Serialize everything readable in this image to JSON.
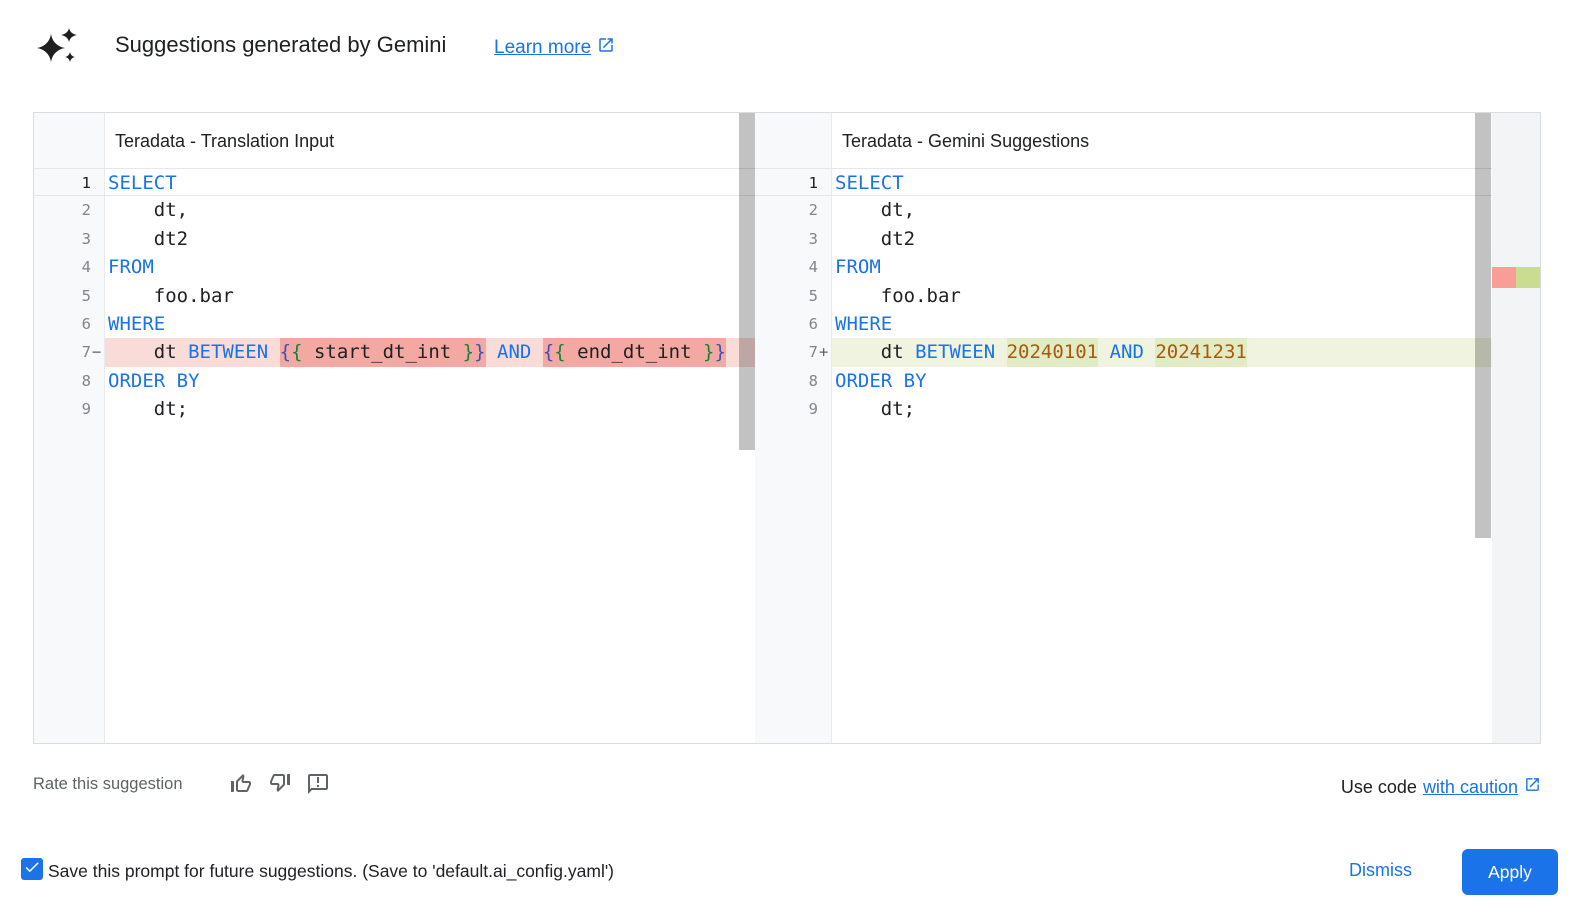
{
  "header": {
    "title": "Suggestions generated by Gemini",
    "learn_more_label": "Learn more"
  },
  "panels": [
    {
      "title": "Teradata - Translation Input",
      "diff_type": "deletion",
      "lines": [
        {
          "num": "1",
          "active": true,
          "tokens": [
            [
              "SELECT",
              "kw"
            ]
          ]
        },
        {
          "num": "2",
          "tokens": [
            [
              "    dt,",
              "tx"
            ]
          ]
        },
        {
          "num": "3",
          "tokens": [
            [
              "    dt2",
              "tx"
            ]
          ]
        },
        {
          "num": "4",
          "tokens": [
            [
              "FROM",
              "kw"
            ]
          ]
        },
        {
          "num": "5",
          "tokens": [
            [
              "    foo.bar",
              "tx"
            ]
          ]
        },
        {
          "num": "6",
          "tokens": [
            [
              "WHERE",
              "kw"
            ]
          ]
        },
        {
          "num": "7",
          "suffix": "−",
          "diff": "del",
          "tokens": [
            [
              "    dt ",
              "tx"
            ],
            [
              "BETWEEN",
              "kw"
            ],
            [
              " ",
              "tx"
            ],
            {
              "seg": [
                [
                  "{",
                  "bo"
                ],
                [
                  "{",
                  "bi"
                ],
                [
                  " start_dt_int ",
                  "tx"
                ],
                [
                  "}",
                  "bi"
                ],
                [
                  "}",
                  "bo"
                ]
              ]
            },
            [
              " ",
              "tx"
            ],
            [
              "AND",
              "kw"
            ],
            [
              " ",
              "tx"
            ],
            {
              "seg": [
                [
                  "{",
                  "bo"
                ],
                [
                  "{",
                  "bi"
                ],
                [
                  " end_dt_int ",
                  "tx"
                ],
                [
                  "}",
                  "bi"
                ],
                [
                  "}",
                  "bo"
                ]
              ]
            }
          ]
        },
        {
          "num": "8",
          "tokens": [
            [
              "ORDER BY",
              "kw"
            ]
          ]
        },
        {
          "num": "9",
          "tokens": [
            [
              "    dt;",
              "tx"
            ]
          ]
        }
      ]
    },
    {
      "title": "Teradata - Gemini Suggestions",
      "diff_type": "addition",
      "lines": [
        {
          "num": "1",
          "active": true,
          "tokens": [
            [
              "SELECT",
              "kw"
            ]
          ]
        },
        {
          "num": "2",
          "tokens": [
            [
              "    dt,",
              "tx"
            ]
          ]
        },
        {
          "num": "3",
          "tokens": [
            [
              "    dt2",
              "tx"
            ]
          ]
        },
        {
          "num": "4",
          "tokens": [
            [
              "FROM",
              "kw"
            ]
          ]
        },
        {
          "num": "5",
          "tokens": [
            [
              "    foo.bar",
              "tx"
            ]
          ]
        },
        {
          "num": "6",
          "tokens": [
            [
              "WHERE",
              "kw"
            ]
          ]
        },
        {
          "num": "7",
          "suffix": "+",
          "diff": "add",
          "tokens": [
            [
              "    dt ",
              "tx"
            ],
            [
              "BETWEEN",
              "kw"
            ],
            [
              " ",
              "tx"
            ],
            {
              "seg": [
                [
                  "20240101",
                  "num"
                ]
              ]
            },
            [
              " ",
              "tx"
            ],
            [
              "AND",
              "kw"
            ],
            [
              " ",
              "tx"
            ],
            {
              "seg": [
                [
                  "20241231",
                  "num"
                ]
              ]
            }
          ]
        },
        {
          "num": "8",
          "tokens": [
            [
              "ORDER BY",
              "kw"
            ]
          ]
        },
        {
          "num": "9",
          "tokens": [
            [
              "    dt;",
              "tx"
            ]
          ]
        }
      ]
    }
  ],
  "rate": {
    "label": "Rate this suggestion"
  },
  "use_code": {
    "prefix": "Use code",
    "link_label": "with caution"
  },
  "footer": {
    "checkbox_checked": true,
    "save_label": "Save this prompt for future suggestions. (Save to 'default.ai_config.yaml')",
    "dismiss_label": "Dismiss",
    "apply_label": "Apply"
  },
  "colors": {
    "accent": "#1a73e8",
    "keyword": "#1a73e8",
    "number_literal": "#a9590e",
    "deletion_line_bg": "#f9dbd8",
    "deletion_segment_bg": "#f3a9a2",
    "addition_line_bg": "#eff3e0",
    "addition_segment_bg": "#e2ecc4",
    "ruler_deletion_mark": "#f79f97",
    "ruler_addition_mark": "#c9dc90"
  }
}
